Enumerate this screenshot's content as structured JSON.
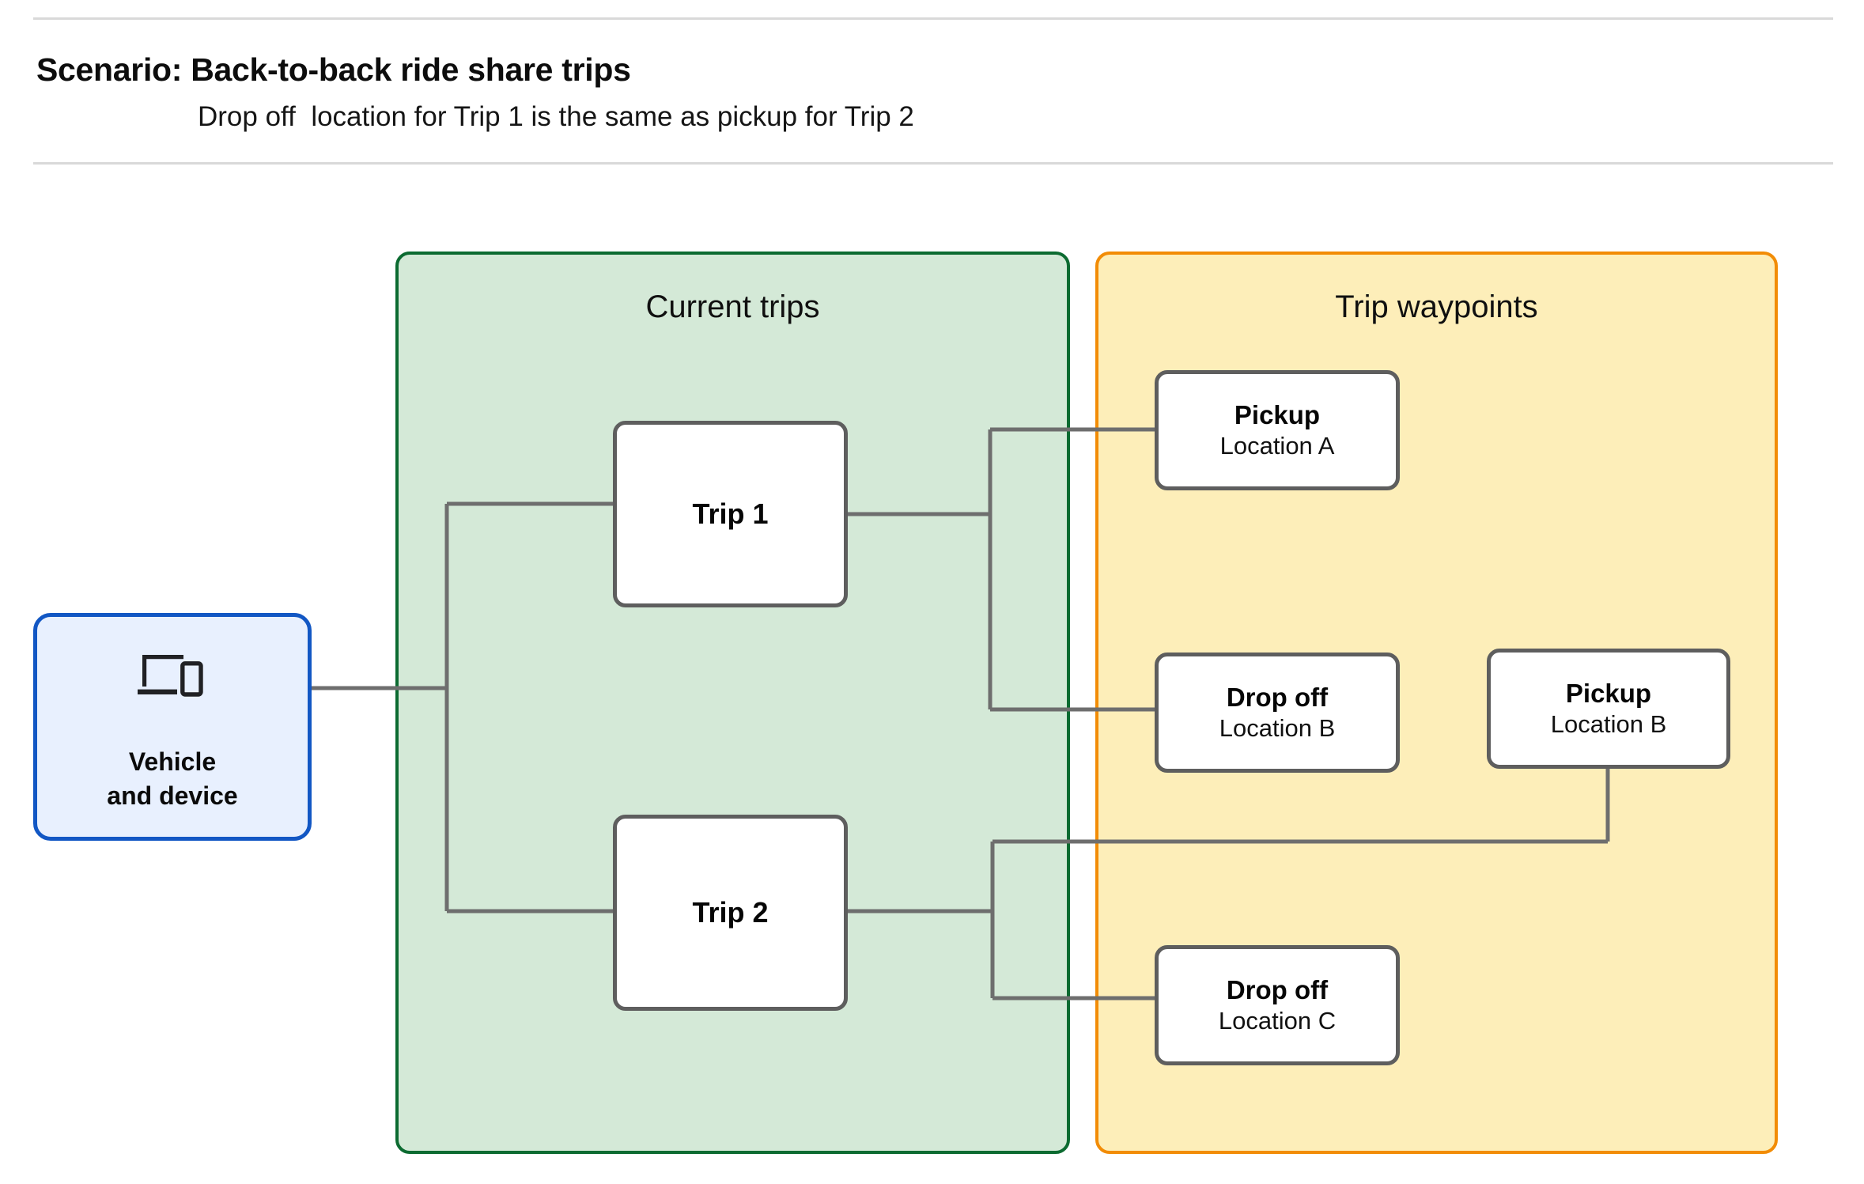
{
  "header": {
    "title": "Scenario: Back-to-back ride share trips",
    "subtitle": "Drop off  location for Trip 1 is the same as pickup for Trip 2"
  },
  "colors": {
    "current_trips_fill": "#d4e9d7",
    "current_trips_border": "#0c6b31",
    "trip_waypoints_fill": "#fdeeb9",
    "trip_waypoints_border": "#f28c06",
    "vehicle_fill": "#e8f0fe",
    "vehicle_border": "#1257c4",
    "node_border": "#5e5e5e",
    "connector": "#6e6e6e",
    "rule": "#d9d9d9"
  },
  "vehicle": {
    "icon": "devices-icon",
    "label": "Vehicle\nand device"
  },
  "panels": [
    {
      "id": "current-trips",
      "title": "Current trips"
    },
    {
      "id": "trip-waypoints",
      "title": "Trip waypoints"
    }
  ],
  "trips": [
    {
      "id": "trip-1",
      "label": "Trip 1"
    },
    {
      "id": "trip-2",
      "label": "Trip 2"
    }
  ],
  "waypoints": [
    {
      "id": "pickup-a",
      "type": "Pickup",
      "location": "Location A"
    },
    {
      "id": "dropoff-b",
      "type": "Drop off",
      "location": "Location B"
    },
    {
      "id": "pickup-b",
      "type": "Pickup",
      "location": "Location B"
    },
    {
      "id": "dropoff-c",
      "type": "Drop off",
      "location": "Location C"
    }
  ]
}
